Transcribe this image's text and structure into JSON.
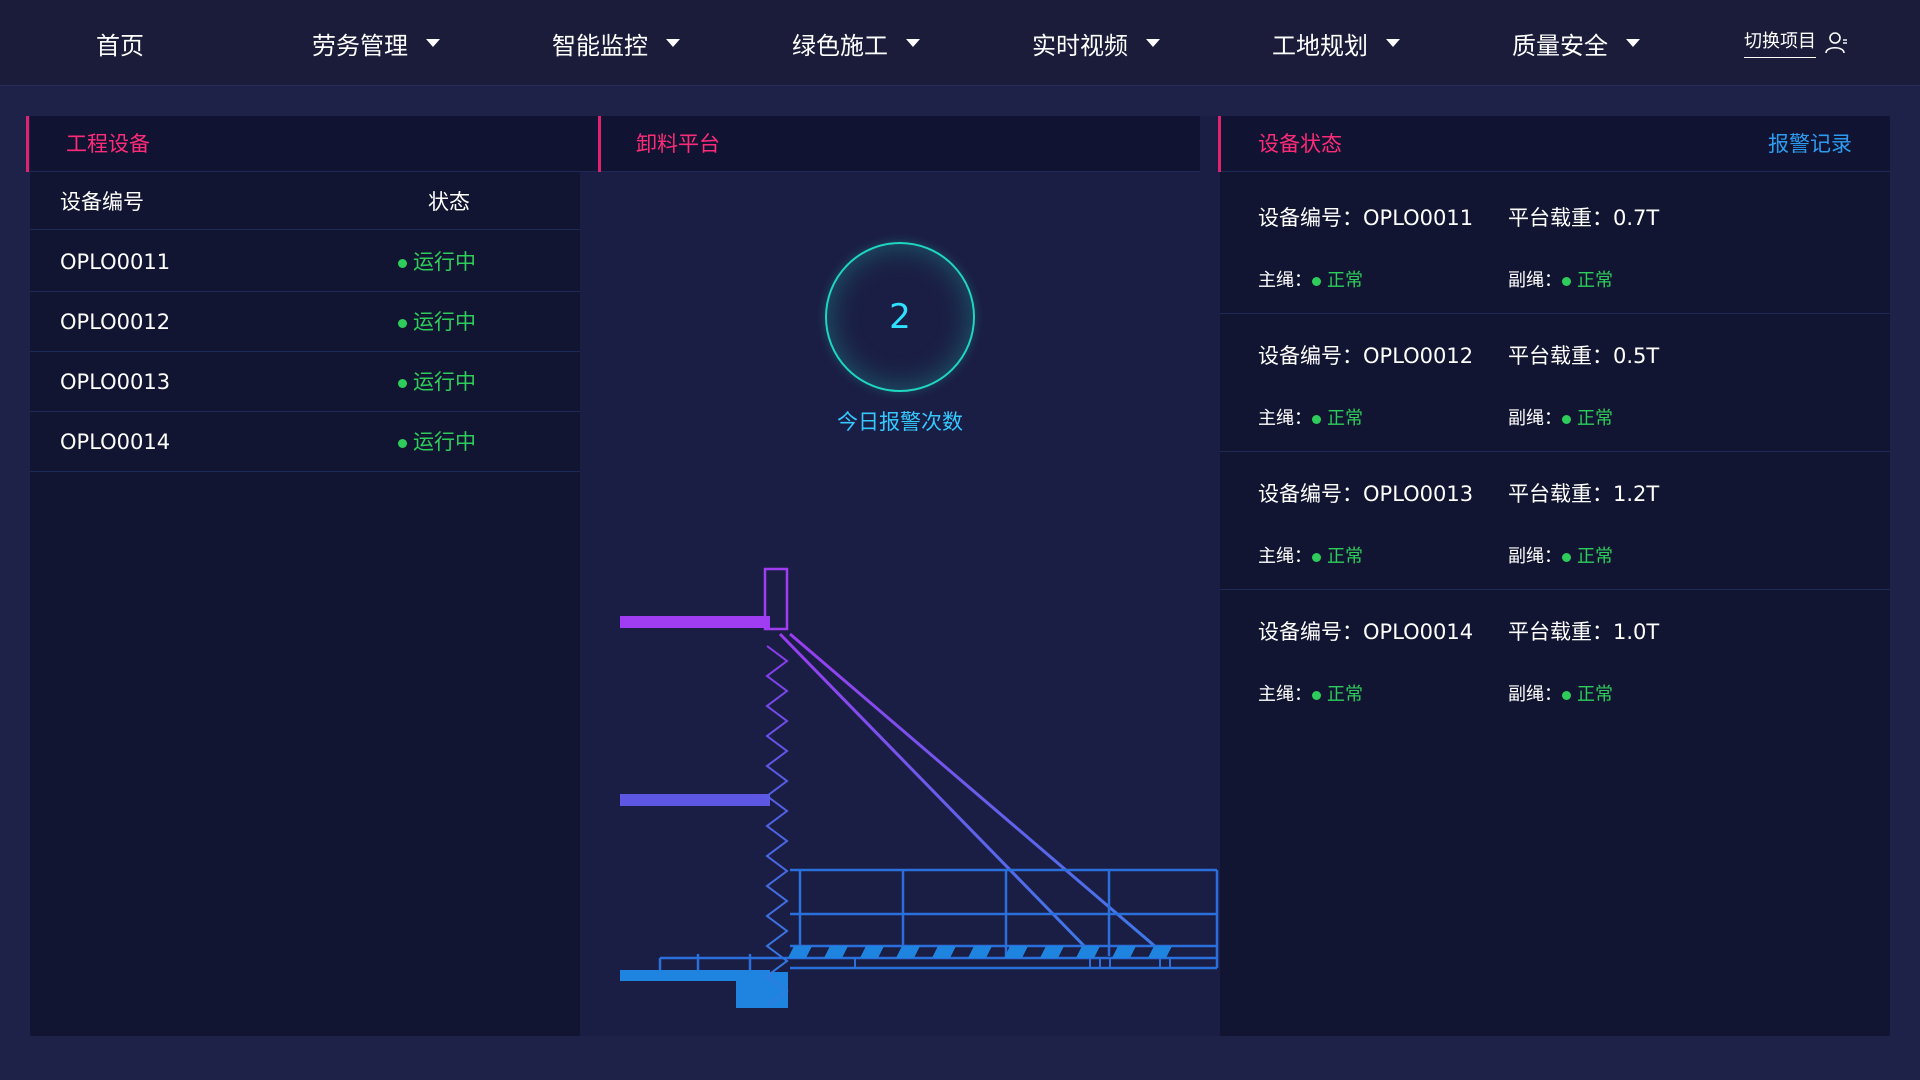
{
  "nav": {
    "items": [
      {
        "label": "首页",
        "dropdown": false
      },
      {
        "label": "劳务管理",
        "dropdown": true
      },
      {
        "label": "智能监控",
        "dropdown": true
      },
      {
        "label": "绿色施工",
        "dropdown": true
      },
      {
        "label": "实时视频",
        "dropdown": true
      },
      {
        "label": "工地规划",
        "dropdown": true
      },
      {
        "label": "质量安全",
        "dropdown": true
      }
    ],
    "switch_project": "切换项目",
    "user_icon": "user-icon"
  },
  "left_panel": {
    "title": "工程设备",
    "columns": [
      "设备编号",
      "状态"
    ],
    "rows": [
      {
        "id": "OPLO0011",
        "status": "运行中"
      },
      {
        "id": "OPLO0012",
        "status": "运行中"
      },
      {
        "id": "OPLO0013",
        "status": "运行中"
      },
      {
        "id": "OPLO0014",
        "status": "运行中"
      }
    ]
  },
  "mid_panel": {
    "title": "卸料平台",
    "alarm_count": "2",
    "alarm_label": "今日报警次数"
  },
  "right_panel": {
    "title": "设备状态",
    "alarm_link": "报警记录",
    "devices": [
      {
        "id_label": "设备编号：OPLO0011",
        "load_label": "平台载重：0.7T",
        "main_rope_label": "主绳：",
        "main_rope": "正常",
        "sub_rope_label": "副绳：",
        "sub_rope": "正常"
      },
      {
        "id_label": "设备编号：OPLO0012",
        "load_label": "平台载重：0.5T",
        "main_rope_label": "主绳：",
        "main_rope": "正常",
        "sub_rope_label": "副绳：",
        "sub_rope": "正常"
      },
      {
        "id_label": "设备编号：OPLO0013",
        "load_label": "平台载重：1.2T",
        "main_rope_label": "主绳：",
        "main_rope": "正常",
        "sub_rope_label": "副绳：",
        "sub_rope": "正常"
      },
      {
        "id_label": "设备编号：OPLO0014",
        "load_label": "平台载重：1.0T",
        "main_rope_label": "主绳：",
        "main_rope": "正常",
        "sub_rope_label": "副绳：",
        "sub_rope": "正常"
      }
    ]
  },
  "colors": {
    "accent_pink": "#ff2b78",
    "ok_green": "#2ecc5a",
    "link_blue": "#2d9bf0",
    "circle_teal": "#1fd6c0"
  }
}
